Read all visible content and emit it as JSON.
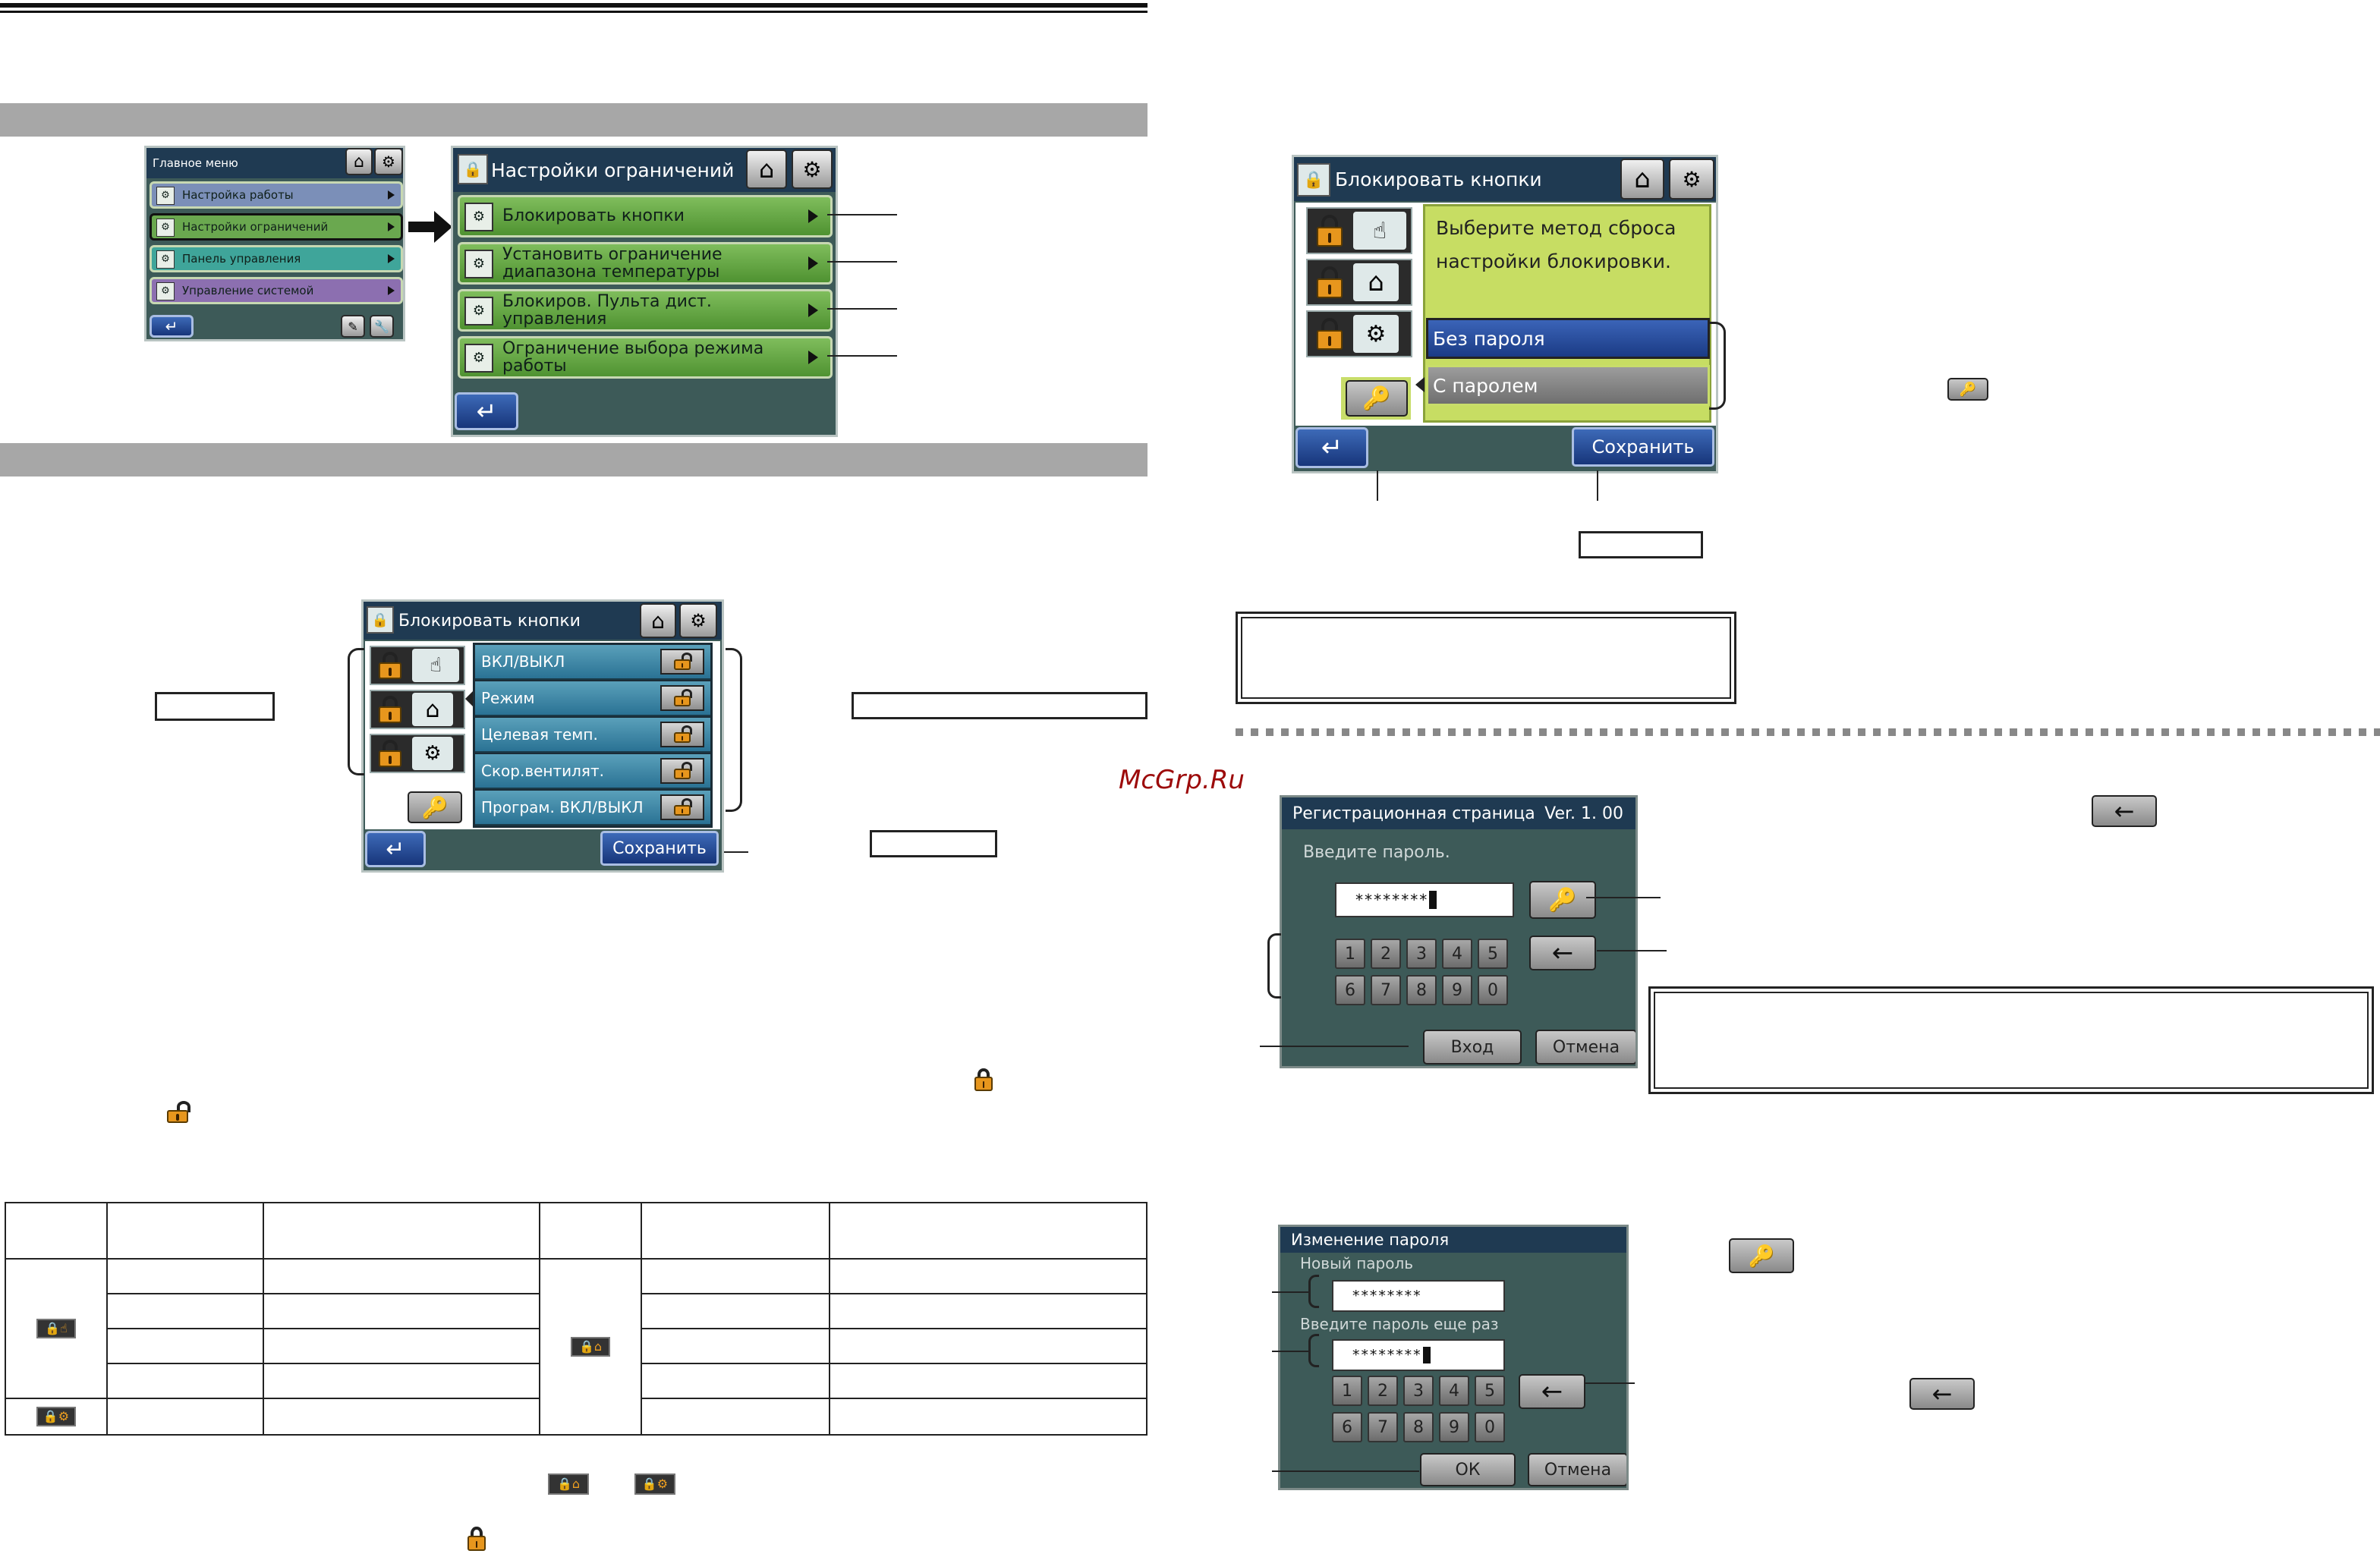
{
  "watermark": "McGrp.Ru",
  "main_menu": {
    "title": "Главное меню",
    "items": [
      {
        "label": "Настройка работы",
        "color": "#7b8fb8"
      },
      {
        "label": "Настройки ограничений",
        "color": "#6aa84f"
      },
      {
        "label": "Панель управления",
        "color": "#3fa59a"
      },
      {
        "label": "Управление системой",
        "color": "#8c6fb0"
      }
    ]
  },
  "restrictions_menu": {
    "title": "Настройки ограничений",
    "items": [
      {
        "label": "Блокировать кнопки"
      },
      {
        "label": "Установить ограничение диапазона температуры"
      },
      {
        "label": "Блокиров. Пульта дист. управления"
      },
      {
        "label": "Ограничение выбора режима работы"
      }
    ]
  },
  "lock_buttons_screen": {
    "title": "Блокировать кнопки",
    "rows": [
      "ВКЛ/ВЫКЛ",
      "Режим",
      "Целевая темп.",
      "Скор.вентилят.",
      "Програм. ВКЛ/ВЫКЛ"
    ],
    "save_label": "Сохранить"
  },
  "reset_method_screen": {
    "title": "Блокировать кнопки",
    "prompt_line1": "Выберите метод сброса",
    "prompt_line2": "настройки блокировки.",
    "option_no_password": "Без пароля",
    "option_with_password": "С паролем",
    "save_label": "Сохранить"
  },
  "login_screen": {
    "title": "Регистрационная страница",
    "version": "Ver. 1. 00",
    "prompt": "Введите пароль.",
    "password_value": "********",
    "keys_row1": [
      "1",
      "2",
      "3",
      "4",
      "5"
    ],
    "keys_row2": [
      "6",
      "7",
      "8",
      "9",
      "0"
    ],
    "login_label": "Вход",
    "cancel_label": "Отмена"
  },
  "change_password_screen": {
    "title": "Изменение пароля",
    "new_password_label": "Новый пароль",
    "new_password_value": "********",
    "repeat_label": "Введите пароль еще раз",
    "repeat_value": "********",
    "keys_row1": [
      "1",
      "2",
      "3",
      "4",
      "5"
    ],
    "keys_row2": [
      "6",
      "7",
      "8",
      "9",
      "0"
    ],
    "ok_label": "ОК",
    "cancel_label": "Отмена"
  }
}
